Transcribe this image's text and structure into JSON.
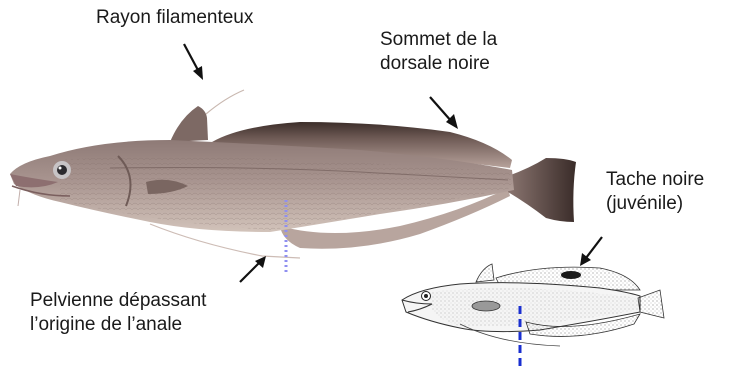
{
  "labels": {
    "rayon": [
      "Rayon filamenteux"
    ],
    "sommet": [
      "Sommet de la",
      "dorsale noire"
    ],
    "tache": [
      "Tache noire",
      "(juvénile)"
    ],
    "pelvienne": [
      "Pelvienne dépassant",
      "l’origine de l’anale"
    ]
  },
  "colors": {
    "body": "#a99590",
    "belly": "#cdbdb4",
    "fin": "#8d7670",
    "dorsal_tip": "#3c2e2a",
    "arrow": "#111111",
    "photo_marker": "#8f8ff0",
    "drawing_marker": "#1a2fd0"
  }
}
